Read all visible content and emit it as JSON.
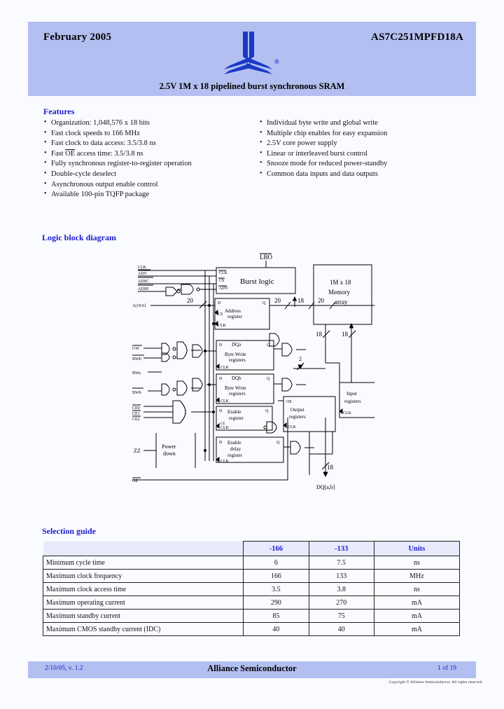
{
  "header": {
    "date": "February 2005",
    "part_number": "AS7C251MPFD18A",
    "subtitle": "2.5V 1M x 18 pipelined burst synchronous SRAM",
    "logo_name": "alliance-tri-radial-logo",
    "registered_mark": "®",
    "band_color": "#b3bff0"
  },
  "features": {
    "heading": "Features",
    "left": [
      "Organization: 1,048,576 x 18 bits",
      "Fast clock speeds to 166 MHz",
      "Fast clock to data access: 3.5/3.8 ns",
      "Fast OE access time: 3.5/3.8 ns",
      "Fully synchronous register-to-register operation",
      "Double-cycle deselect",
      "Asynchronous output enable control",
      "Available 100-pin TQFP package"
    ],
    "left_overline_item": "OE",
    "right": [
      "Individual byte write and global write",
      "Multiple chip enables for easy expansion",
      "2.5V core power supply",
      "Linear or interleaved burst control",
      "Snooze mode for reduced power-standby",
      "Common data inputs and data outputs"
    ]
  },
  "logic_diagram": {
    "heading": "Logic block diagram",
    "labels": {
      "lbo": "LBO",
      "clk": "CLK",
      "adv": "ADV",
      "adsc": "ADSC",
      "adsp": "ADSP",
      "addr_bus": "A[19:0]",
      "burst_logic": "Burst logic",
      "burst_in_clk": "CLK",
      "burst_in_cs": "CS",
      "burst_in_adv": "ADV",
      "address_register": "Address register",
      "reg_d": "D",
      "reg_q": "Q",
      "reg_cs": "CS",
      "reg_clk": "CLK",
      "bus20_a": "20",
      "bus20_b": "20",
      "bus18": "18",
      "bus20_c": "20",
      "memory_array": "1M x 18 Memory array",
      "memory_array_l1": "1M x 18",
      "memory_array_l2": "Memory",
      "memory_array_l3": "array",
      "mem_out_18": "18",
      "mem_in_18": "18",
      "gw": "GW",
      "bwe": "BWE",
      "bwa": "BWa",
      "bwb": "BWb",
      "byte_write_a": "Byte Write registers",
      "byte_write_b": "Byte Write registers",
      "dqa": "DQa",
      "dqb": "DQb",
      "bus2": "2",
      "ce0": "CE0",
      "ce1": "CE1",
      "ce2": "CE2",
      "enable_register": "Enable register",
      "enable_delay_register": "Enable delay register",
      "power_down": "Power down",
      "zz": "ZZ",
      "oe": "OE",
      "output_registers": "Output registers",
      "input_registers": "Input registers",
      "dq_out_18": "18",
      "dq_bus": "DQ[a,b]"
    }
  },
  "selection_guide": {
    "heading": "Selection guide",
    "columns": [
      "",
      "-166",
      "-133",
      "Units"
    ],
    "rows": [
      {
        "label": "Minimum cycle time",
        "c166": "6",
        "c133": "7.5",
        "units": "ns"
      },
      {
        "label": "Maximum clock frequency",
        "c166": "166",
        "c133": "133",
        "units": "MHz"
      },
      {
        "label": "Maximum clock access time",
        "c166": "3.5",
        "c133": "3.8",
        "units": "ns"
      },
      {
        "label": "Maximum operating current",
        "c166": "290",
        "c133": "270",
        "units": "mA"
      },
      {
        "label": "Maximum standby current",
        "c166": "85",
        "c133": "75",
        "units": "mA"
      },
      {
        "label": "Maximum CMOS standby current (IDC)",
        "c166": "40",
        "c133": "40",
        "units": "mA"
      }
    ]
  },
  "footer": {
    "revision": "2/10/05, v. 1.2",
    "company": "Alliance Semiconductor",
    "page": "1 of 19",
    "copyright": "Copyright © Alliance Semiconductor. All rights reserved."
  }
}
